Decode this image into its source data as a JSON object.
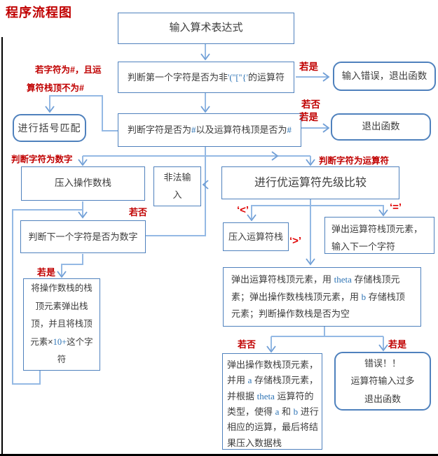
{
  "title": "程序流程图",
  "colors": {
    "title_red": "#c00000",
    "label_red": "#c00000",
    "symbol_red": "#e00000",
    "box_border_blue": "#4f81bd",
    "connector_blue": "#94b9e4",
    "english_word_blue": "#2e74b5",
    "page_edge_black": "#000000"
  },
  "nodes": {
    "start": {
      "text": "输入算术表达式"
    },
    "check_first": {
      "parts": [
        "判断第一个字符是否为非",
        "'(''[''{'",
        "的运算符"
      ]
    },
    "input_error": {
      "text": "输入错误，退出函数"
    },
    "check_hash": {
      "parts": [
        "判断字符是否为",
        "#",
        "以及运算符栈顶是否为",
        "#"
      ]
    },
    "exit_func": {
      "text": "退出函数"
    },
    "bracket_match": {
      "text": "进行括号匹配"
    },
    "push_operand": {
      "text": "压入操作数栈"
    },
    "illegal_input": {
      "text": "非法输入"
    },
    "compare_priority": {
      "text": "进行优运算符先级比较"
    },
    "check_next_digit": {
      "text": "判断下一个字符是否为数字"
    },
    "multiply_digit": {
      "parts": [
        "将操作数栈的栈顶元素弹出栈顶，并且将栈顶元素×",
        "10+",
        "这个字符"
      ]
    },
    "push_operator": {
      "text": "压入运算符栈"
    },
    "pop_operator_input_next": {
      "text": "弹出运算符栈顶元素，输入下一个字符"
    },
    "pop_theta_b": {
      "parts": [
        "弹出运算符栈顶元素，用 ",
        "theta",
        " 存储栈顶元素；弹出操作数栈栈顶元素，用 ",
        "b",
        " 存储栈顶元素；判断操作数栈是否为空"
      ]
    },
    "compute_result": {
      "parts": [
        "弹出操作数栈顶元素，并用 ",
        "a",
        " 存储栈顶元素，并根据 ",
        "theta",
        " 运算符的类型，使得 ",
        "a",
        " 和 ",
        "b",
        " 进行相应的运算，最后将结果压入数据栈"
      ]
    },
    "error_exit": {
      "lines": [
        "错误！！",
        "运算符输入过多",
        "退出函数"
      ]
    }
  },
  "labels": {
    "if_yes_1": "若是",
    "if_no_1": "若否",
    "if_yes_2": "若是",
    "hash_condition_line1": "若字符为#，且运",
    "hash_condition_line2": "算符栈顶不为#",
    "char_is_digit": "判断字符为数字",
    "char_is_operator": "判断字符为运算符",
    "if_no_2": "若否",
    "if_yes_3": "若是",
    "lt": "‘<’",
    "gt": "‘>’",
    "eq": "‘=’",
    "if_no_3": "若否",
    "if_yes_4": "若是"
  },
  "edges": [
    {
      "from": "start",
      "to": "check_first"
    },
    {
      "from": "check_first",
      "to": "input_error",
      "label": "若是"
    },
    {
      "from": "check_first",
      "to": "check_hash",
      "label": "若否"
    },
    {
      "from": "check_hash",
      "to": "exit_func",
      "label": "若是"
    },
    {
      "from": "check_hash",
      "to": "bracket_match",
      "label": "若字符为#，且运算符栈顶不为#"
    },
    {
      "from": "check_hash",
      "to": "push_operand",
      "label": "判断字符为数字"
    },
    {
      "from": "check_hash",
      "to": "compare_priority",
      "label": "判断字符为运算符"
    },
    {
      "from": "check_hash",
      "to": "illegal_input"
    },
    {
      "from": "push_operand",
      "to": "check_next_digit"
    },
    {
      "from": "check_next_digit",
      "to": "multiply_digit",
      "label": "若是"
    },
    {
      "from": "check_next_digit",
      "to": "branch-line",
      "label": "若否"
    },
    {
      "from": "multiply_digit",
      "to": "check_next_digit"
    },
    {
      "from": "compare_priority",
      "to": "push_operator",
      "label": "‘<’"
    },
    {
      "from": "compare_priority",
      "to": "pop_operator_input_next",
      "label": "‘=’"
    },
    {
      "from": "compare_priority",
      "to": "pop_theta_b",
      "label": "‘>’"
    },
    {
      "from": "pop_theta_b",
      "to": "compute_result",
      "label": "若否"
    },
    {
      "from": "pop_theta_b",
      "to": "error_exit",
      "label": "若是"
    }
  ]
}
